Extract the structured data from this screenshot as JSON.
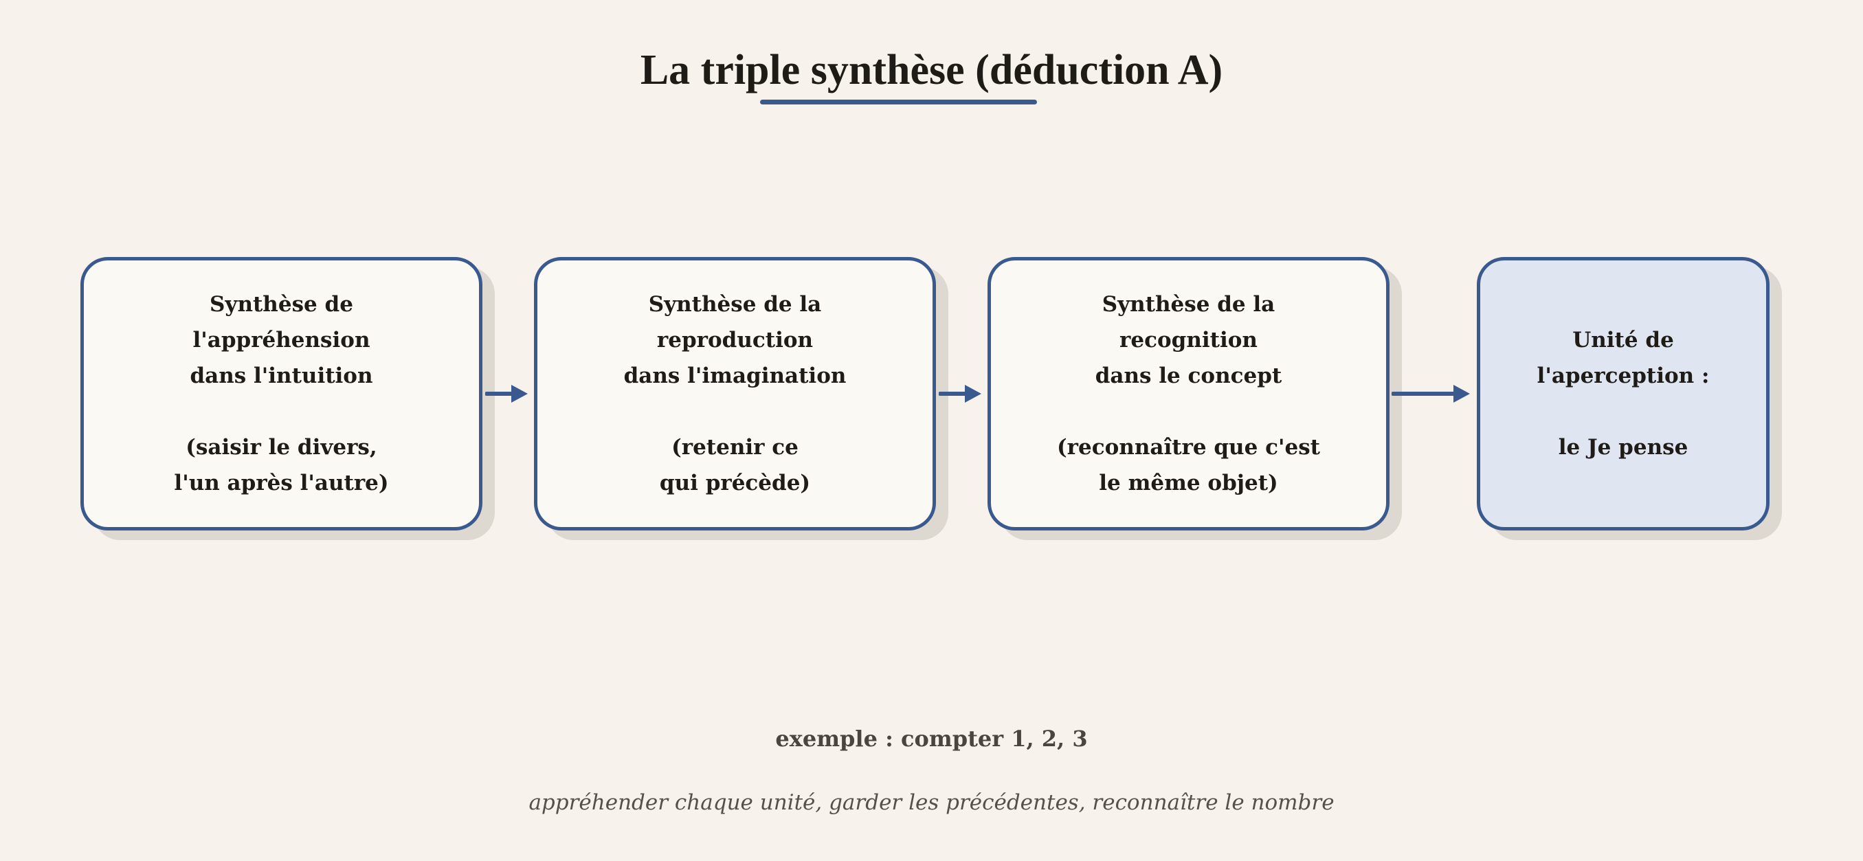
{
  "title": "La triple synthèse (déduction A)",
  "colors": {
    "background": "#f7f3ec",
    "accent": "#3a5a8f",
    "box_fill": "#fbf9f4",
    "unity_fill": "#dfe6f1",
    "text": "#1f1c18"
  },
  "boxes": [
    {
      "heading": [
        "Synthèse de",
        "l'appréhension",
        "dans l'intuition"
      ],
      "detail": [
        "(saisir le divers,",
        "l'un après l'autre)"
      ]
    },
    {
      "heading": [
        "Synthèse de la",
        "reproduction",
        "dans l'imagination"
      ],
      "detail": [
        "(retenir ce",
        "qui précède)"
      ]
    },
    {
      "heading": [
        "Synthèse de la",
        "recognition",
        "dans le concept"
      ],
      "detail": [
        "(reconnaître que c'est",
        "le même objet)"
      ]
    },
    {
      "heading": [
        "Unité de",
        "l'aperception :"
      ],
      "detail": [
        "le Je pense"
      ]
    }
  ],
  "connectors": [
    "arrow-right-icon",
    "arrow-right-icon",
    "arrow-right-icon"
  ],
  "example": "exemple : compter 1, 2, 3",
  "note": "appréhender chaque unité, garder les précédentes, reconnaître le nombre"
}
